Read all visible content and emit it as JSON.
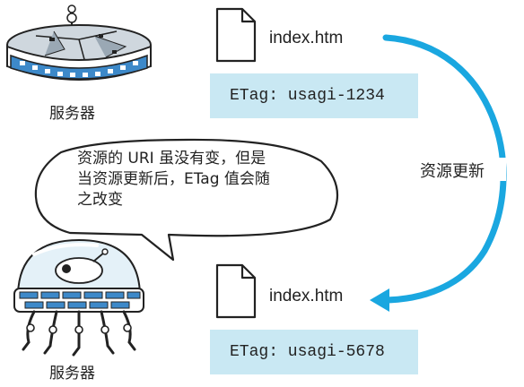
{
  "colors": {
    "etag_background": "#c9e8f3",
    "arrow": "#1aa7e0",
    "outline": "#222222"
  },
  "top": {
    "server_label": "服务器",
    "file_name": "index.htm",
    "etag_text": "ETag: usagi-1234"
  },
  "right_arrow": {
    "label": "资源更新"
  },
  "speech_bubble": {
    "text": "资源的 URI 虽没有变，但是\n当资源更新后，ETag 值会随\n之改变"
  },
  "bottom": {
    "server_label": "服务器",
    "file_name": "index.htm",
    "etag_text": "ETag: usagi-5678"
  },
  "icons": {
    "top_server": "ufo-server-icon",
    "bottom_server": "robot-server-icon",
    "file": "document-icon"
  }
}
